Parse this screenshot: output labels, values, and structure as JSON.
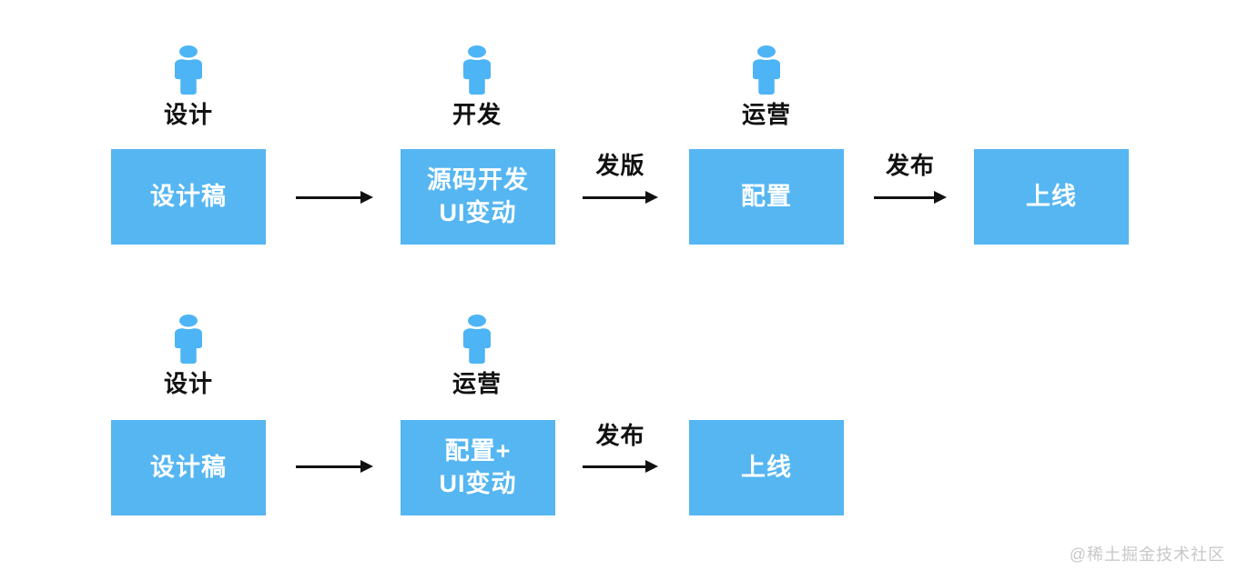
{
  "colors": {
    "box_blue": "#55b6f2",
    "person_blue": "#4db4f5",
    "ink": "#111111",
    "box_text": "#ffffff",
    "watermark": "#c8c8c8"
  },
  "watermark": {
    "text": "@稀土掘金技术社区"
  },
  "flow1": {
    "persons": [
      {
        "role": "设计"
      },
      {
        "role": "开发"
      },
      {
        "role": "运营"
      }
    ],
    "boxes": [
      {
        "line1": "设计稿"
      },
      {
        "line1": "源码开发",
        "line2": "UI变动"
      },
      {
        "line1": "配置"
      },
      {
        "line1": "上线"
      }
    ],
    "arrows": [
      {
        "label": ""
      },
      {
        "label": "发版"
      },
      {
        "label": "发布"
      }
    ]
  },
  "flow2": {
    "persons": [
      {
        "role": "设计"
      },
      {
        "role": "运营"
      }
    ],
    "boxes": [
      {
        "line1": "设计稿"
      },
      {
        "line1": "配置+",
        "line2": "UI变动"
      },
      {
        "line1": "上线"
      }
    ],
    "arrows": [
      {
        "label": ""
      },
      {
        "label": "发布"
      }
    ]
  }
}
